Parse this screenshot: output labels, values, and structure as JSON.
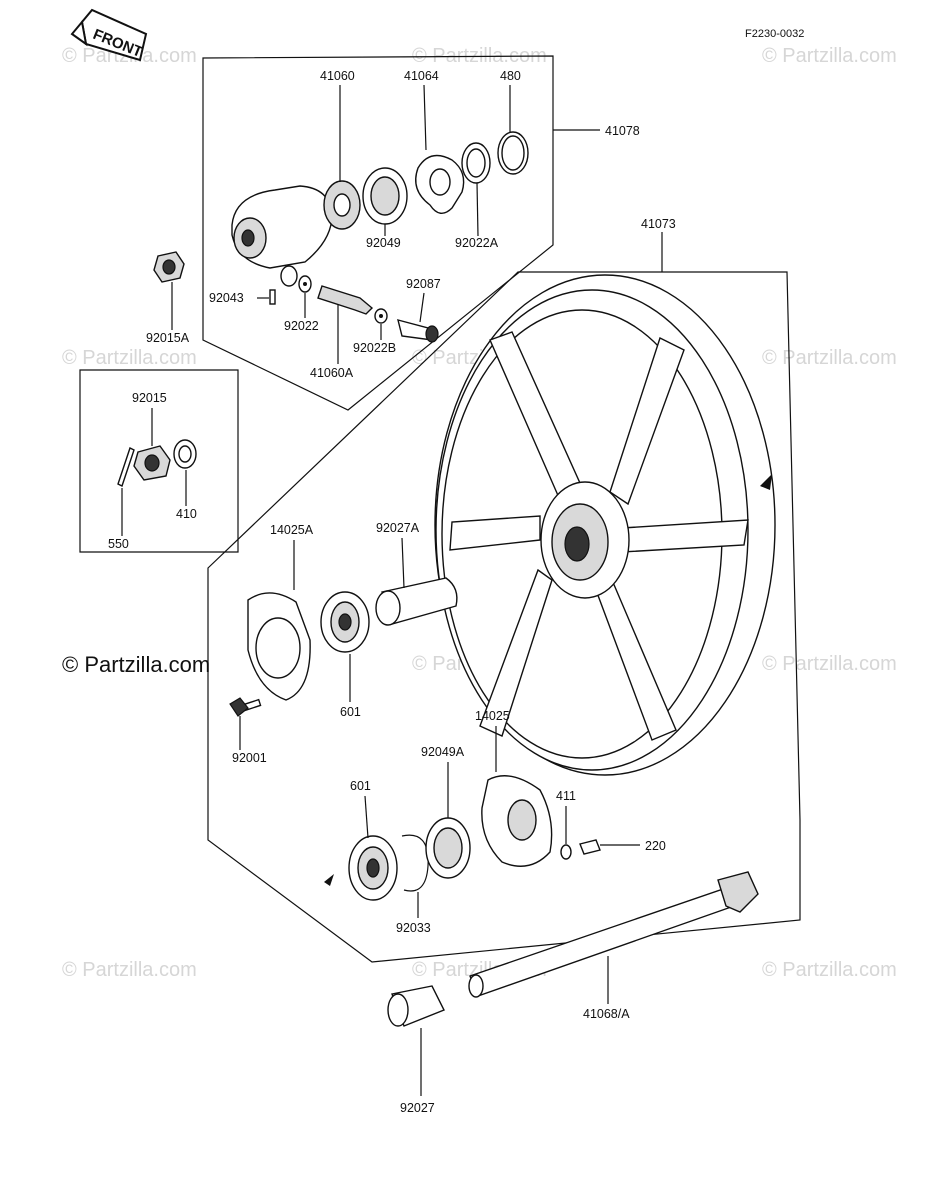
{
  "diagram_code": "F2230-0032",
  "front_label": "FRONT",
  "watermark_text": "© Partzilla.com",
  "labels": {
    "p41060": "41060",
    "p41064": "41064",
    "p480": "480",
    "p41078": "41078",
    "p92049": "92049",
    "p92022A": "92022A",
    "p92015A": "92015A",
    "p92043": "92043",
    "p92022": "92022",
    "p92087": "92087",
    "p92022B": "92022B",
    "p41060A": "41060A",
    "p41073": "41073",
    "p92015": "92015",
    "p410": "410",
    "p550": "550",
    "p14025A": "14025A",
    "p92027A": "92027A",
    "p601a": "601",
    "p92001": "92001",
    "p14025": "14025",
    "p92049A": "92049A",
    "p601b": "601",
    "p411": "411",
    "p220": "220",
    "p92033": "92033",
    "p41068A": "41068/A",
    "p92027": "92027"
  }
}
